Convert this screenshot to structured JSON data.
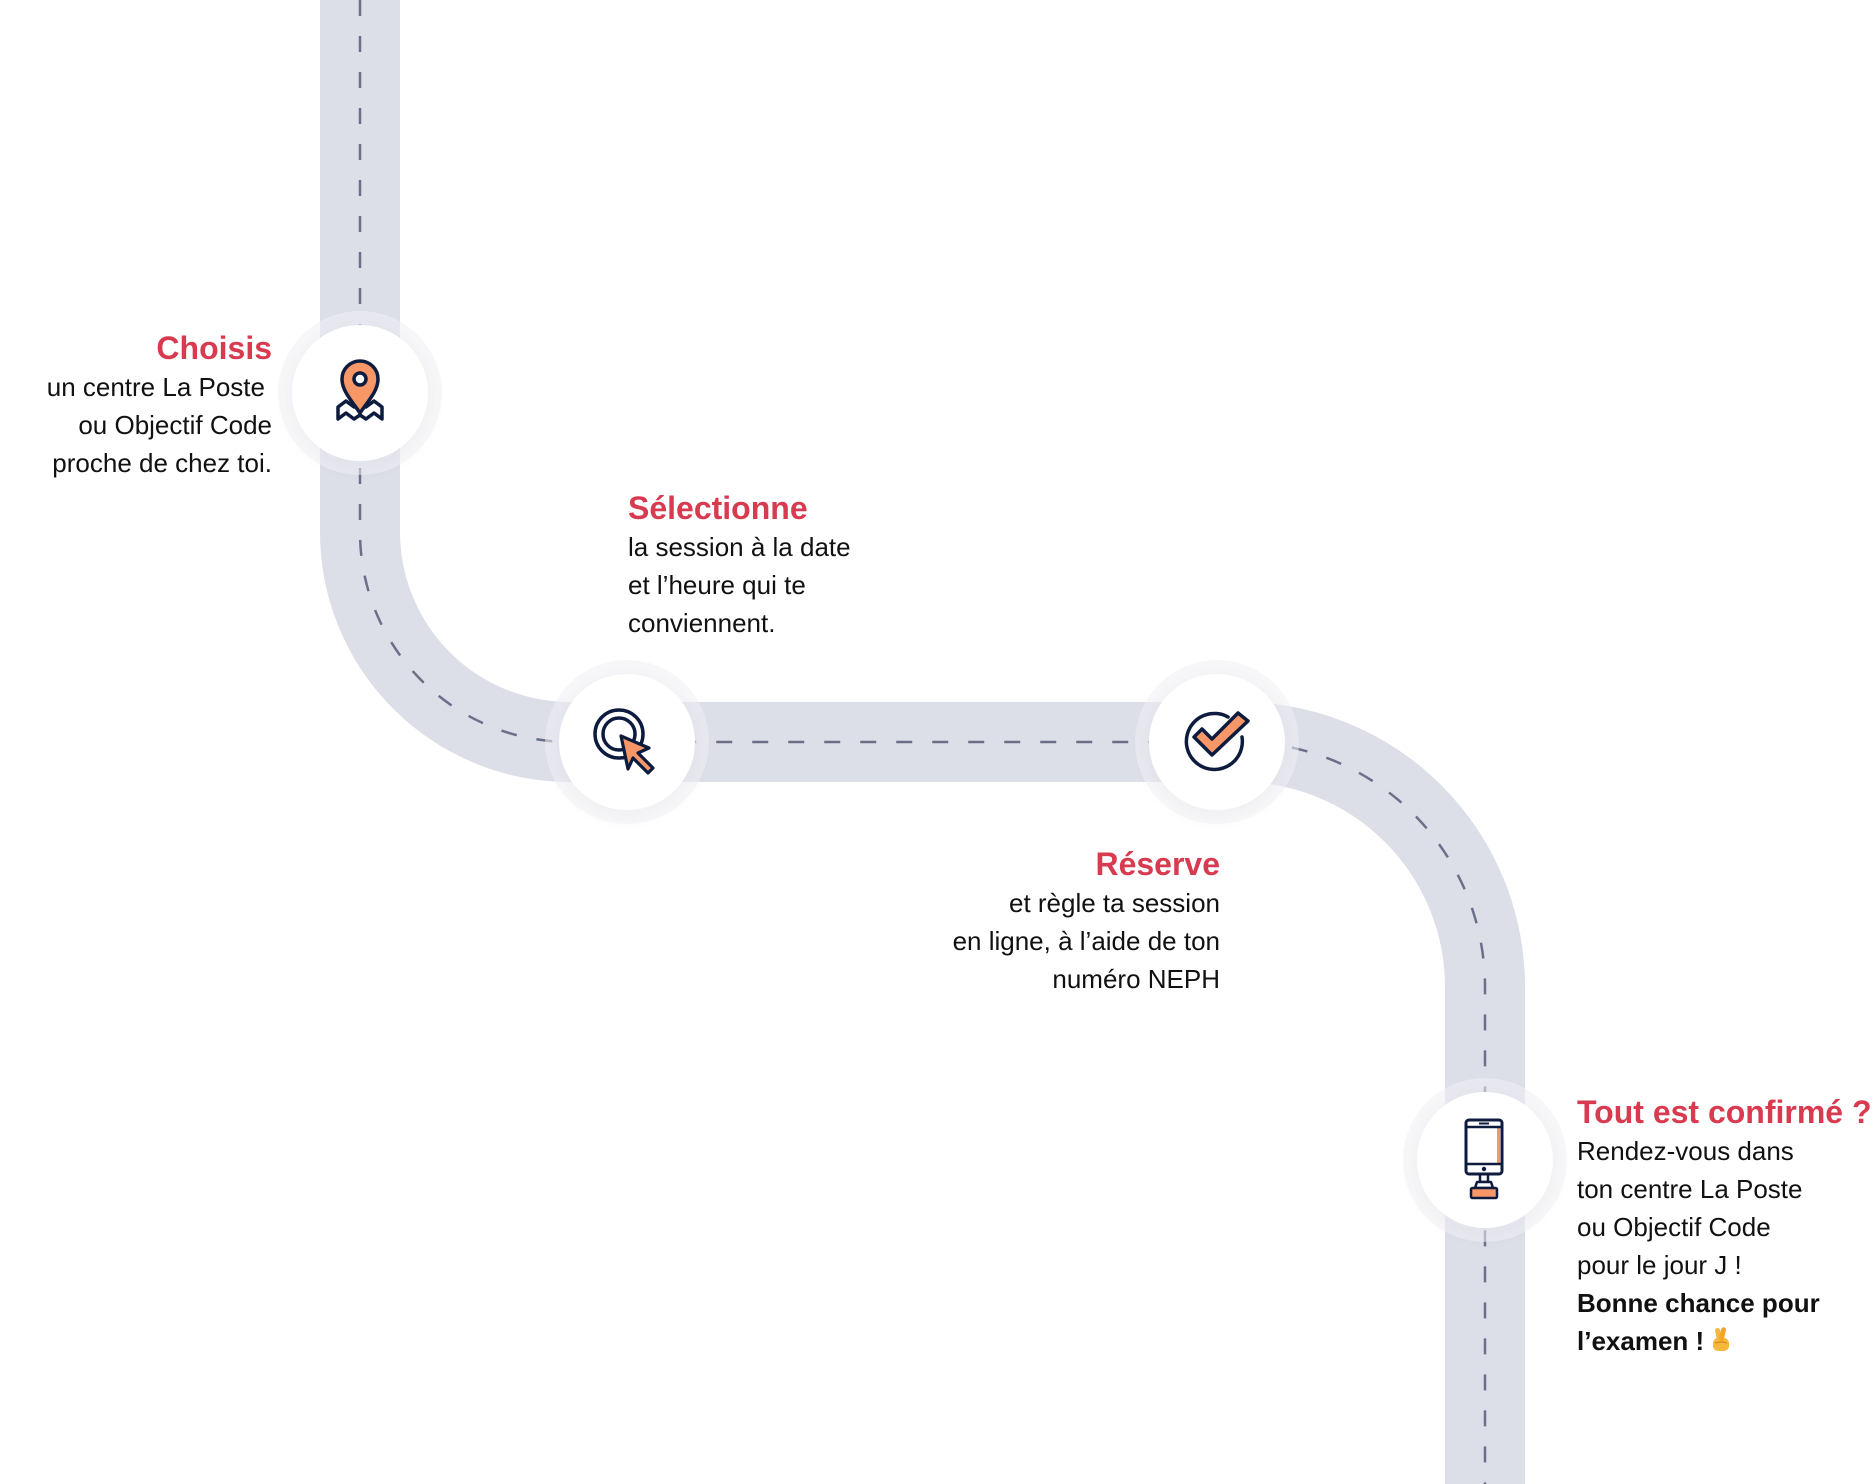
{
  "colors": {
    "accent_red": "#d83a4f",
    "road": "#dcdee8",
    "road_dash": "#6b7088",
    "icon_stroke": "#0d1b3e",
    "icon_fill": "#f79767",
    "text": "#111111"
  },
  "steps": [
    {
      "title": "Choisis",
      "icon": "map-pin-icon",
      "lines": [
        "un centre La Poste",
        "ou Objectif Code",
        "proche de chez toi."
      ]
    },
    {
      "title": "Sélectionne",
      "icon": "cursor-click-icon",
      "lines": [
        "la session à la date",
        "et l’heure qui te",
        "conviennent."
      ]
    },
    {
      "title": "Réserve",
      "icon": "check-circle-icon",
      "lines": [
        "et règle ta session",
        "en ligne, à l’aide de ton",
        "numéro NEPH"
      ]
    },
    {
      "title": "Tout est confirmé ?",
      "icon": "smartphone-stand-icon",
      "lines": [
        "Rendez-vous dans",
        "ton centre La Poste",
        "ou Objectif Code",
        "pour le jour J !"
      ],
      "bold_lines": [
        "Bonne chance pour",
        "l’examen !"
      ],
      "emoji": "crossed-fingers-emoji"
    }
  ]
}
